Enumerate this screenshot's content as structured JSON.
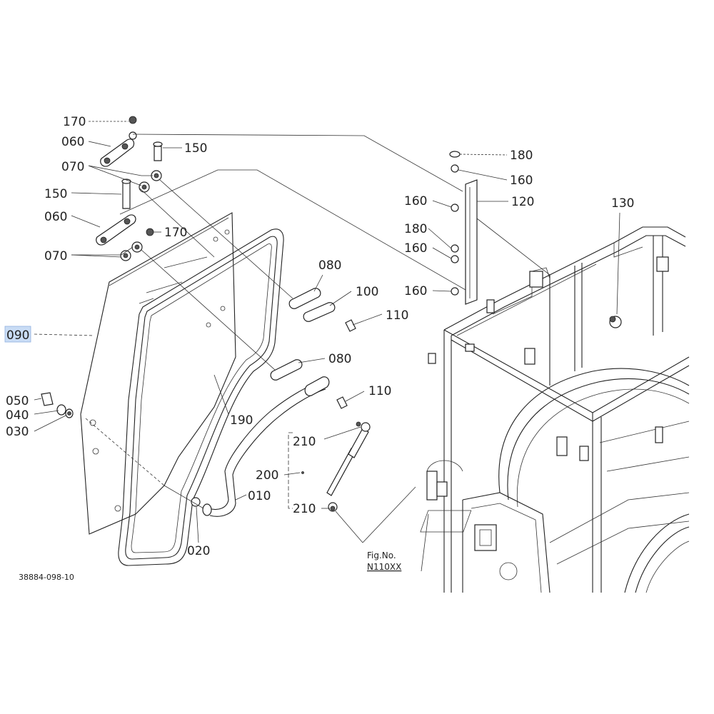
{
  "callouts": {
    "c170a": "170",
    "c060a": "060",
    "c150a": "150",
    "c070a": "070",
    "c150b": "150",
    "c060b": "060",
    "c170b": "170",
    "c070b": "070",
    "c090": "090",
    "c050": "050",
    "c040": "040",
    "c030": "030",
    "c180a": "180",
    "c160a": "160",
    "c160b": "160",
    "c120": "120",
    "c130": "130",
    "c180b": "180",
    "c160c": "160",
    "c160d": "160",
    "c080a": "080",
    "c100": "100",
    "c110a": "110",
    "c080b": "080",
    "c110b": "110",
    "c190": "190",
    "c210a": "210",
    "c200": "200",
    "c010": "010",
    "c020": "020",
    "c210b": "210"
  },
  "figure": {
    "fig_no_label": "Fig.No.",
    "fig_no_value": "N110XX",
    "drawing_code": "38884-098-10"
  },
  "selection": {
    "highlighted_callout": "090",
    "highlight_color": "#c9dcf5"
  }
}
